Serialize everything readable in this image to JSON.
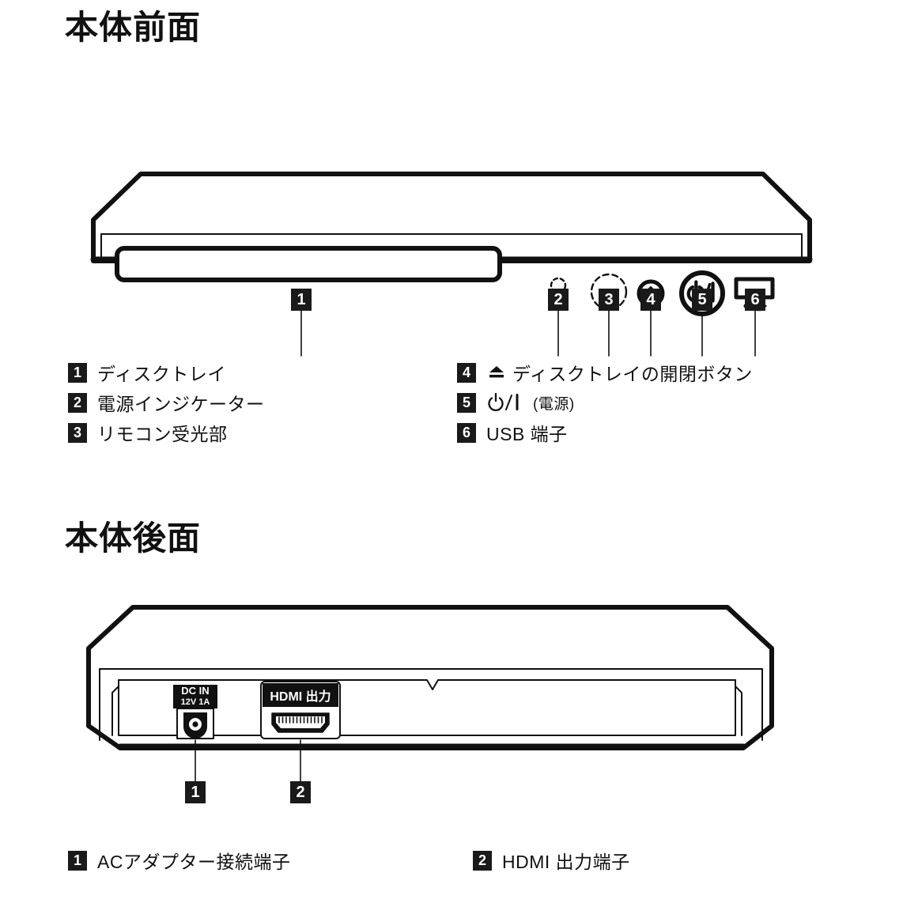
{
  "sections": {
    "front": {
      "title": "本体前面",
      "callouts": [
        "1",
        "2",
        "3",
        "4",
        "5",
        "6"
      ],
      "legend_left": [
        {
          "num": "1",
          "label": "ディスクトレイ"
        },
        {
          "num": "2",
          "label": "電源インジケーター"
        },
        {
          "num": "3",
          "label": "リモコン受光部"
        }
      ],
      "legend_right": [
        {
          "num": "4",
          "icon": "eject-icon",
          "label": "ディスクトレイの開閉ボタン"
        },
        {
          "num": "5",
          "icon": "power-standby-icon",
          "label": "(電源)"
        },
        {
          "num": "6",
          "icon": "",
          "label": "USB 端子"
        }
      ],
      "parts": {
        "disc_tray": "disc-tray-slot",
        "power_indicator": "power-indicator-led",
        "ir_receiver": "ir-receiver-window",
        "eject_button": "eject-button",
        "power_button": "power-button",
        "usb_port": "usb-port"
      }
    },
    "rear": {
      "title": "本体後面",
      "callouts": [
        "1",
        "2"
      ],
      "legend_left": [
        {
          "num": "1",
          "label": "ACアダプター接続端子"
        }
      ],
      "legend_right": [
        {
          "num": "2",
          "label": "HDMI 出力端子"
        }
      ],
      "port_labels": {
        "dc_in_line1": "DC IN",
        "dc_in_line2": "12V 1A",
        "hdmi": "HDMI 出力"
      }
    }
  },
  "colors": {
    "ink": "#111111",
    "chip_bg": "#1a1a1a",
    "chip_text": "#ffffff",
    "paper": "#ffffff"
  }
}
